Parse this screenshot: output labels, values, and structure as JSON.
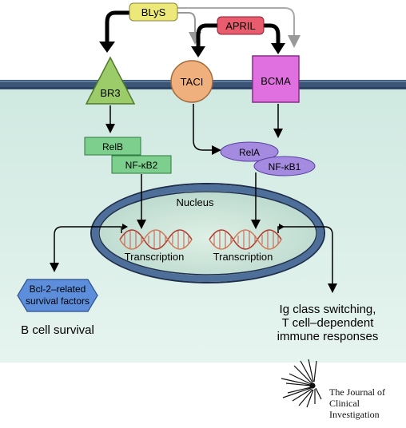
{
  "ligands": {
    "blys": "BLyS",
    "april": "APRIL"
  },
  "receptors": {
    "br3": "BR3",
    "taci": "TACI",
    "bcma": "BCMA"
  },
  "transcription_factors": {
    "relb": "RelB",
    "nfkb2": "NF-κB2",
    "rela": "RelA",
    "nfkb1": "NF-κB1"
  },
  "nucleus": {
    "label": "Nucleus",
    "transcription_left": "Transcription",
    "transcription_right": "Transcription"
  },
  "outcomes": {
    "bcl2_line1": "Bcl-2–related",
    "bcl2_line2": "survival factors",
    "bcell_survival": "B cell survival",
    "ig_line1": "Ig class switching,",
    "ig_line2": "T cell–dependent",
    "ig_line3": "immune responses"
  },
  "journal": {
    "line1": "The Journal of",
    "line2": "Clinical Investigation"
  },
  "colors": {
    "blys_fill": "#ece87a",
    "april_fill": "#e85c6e",
    "br3_fill": "#9ccc6a",
    "taci_fill": "#f0b07e",
    "bcma_fill": "#e070e0",
    "relb_fill": "#7dcf8e",
    "rela_fill": "#a58be0",
    "cytoplasm": "#d6ede6",
    "membrane": "#2f4a6b",
    "nucleus_border": "#2b3d5e",
    "bcl2_fill": "#5c8edc"
  }
}
